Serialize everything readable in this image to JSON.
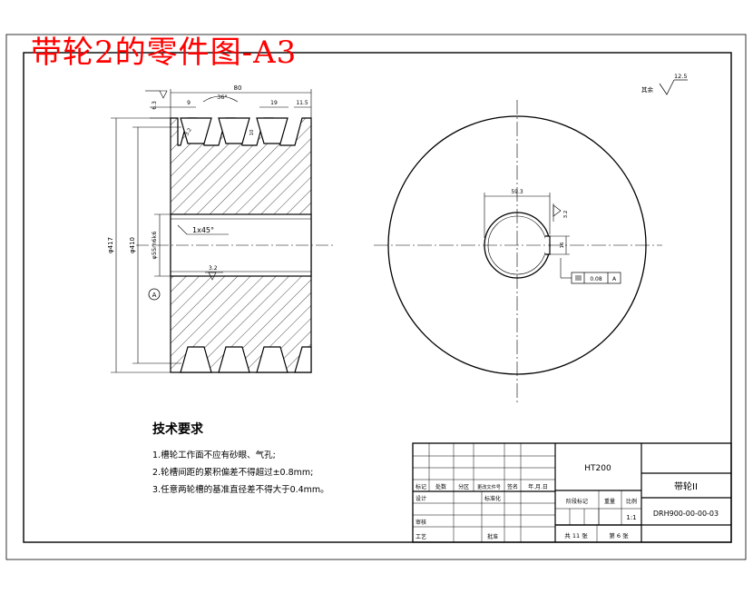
{
  "sheet_title": "带轮2的零件图-A3",
  "technical_requirements": {
    "heading": "技术要求",
    "items": [
      "1.槽轮工作面不应有砂眼、气孔;",
      "2.轮槽间距的累积偏差不得超过±0.8mm;",
      "3.任意两轮槽的基准直径差不得大于0.4mm。"
    ]
  },
  "dimensions": {
    "overall_width": "80",
    "groove_pitch": "19",
    "edge_distance": "11.5",
    "edge_left": "9",
    "groove_angle": "36°",
    "top_height": "6.3",
    "depth_a": "3.2",
    "depth_b": "10",
    "outer_diameter": "φ417",
    "pitch_diameter": "φ410",
    "bore_diameter": "φ55m6k6",
    "chamfer": "1x45°",
    "bore_roughness": "3.2",
    "key_width": "16",
    "key_depth": "59.3",
    "key_roughness": "3.2",
    "key_tolerance": "0.08",
    "datum_a": "A",
    "surface_finish": "12.5",
    "surface_finish_note": "其余"
  },
  "title_block": {
    "material": "HT200",
    "part_name": "带轮II",
    "drawing_no": "DRH900-00-00-03",
    "scale_label": "比例",
    "scale": "1:1",
    "weight_label": "重量",
    "stage_label": "阶段标记",
    "sheet_total": "共 11 张",
    "sheet_current": "第 6 张",
    "headers": [
      "标记",
      "处数",
      "分区",
      "更改文件号",
      "签名",
      "年.月.日"
    ],
    "design": "设计",
    "standard": "标准化",
    "review": "审核",
    "process": "工艺",
    "approve": "批准"
  }
}
